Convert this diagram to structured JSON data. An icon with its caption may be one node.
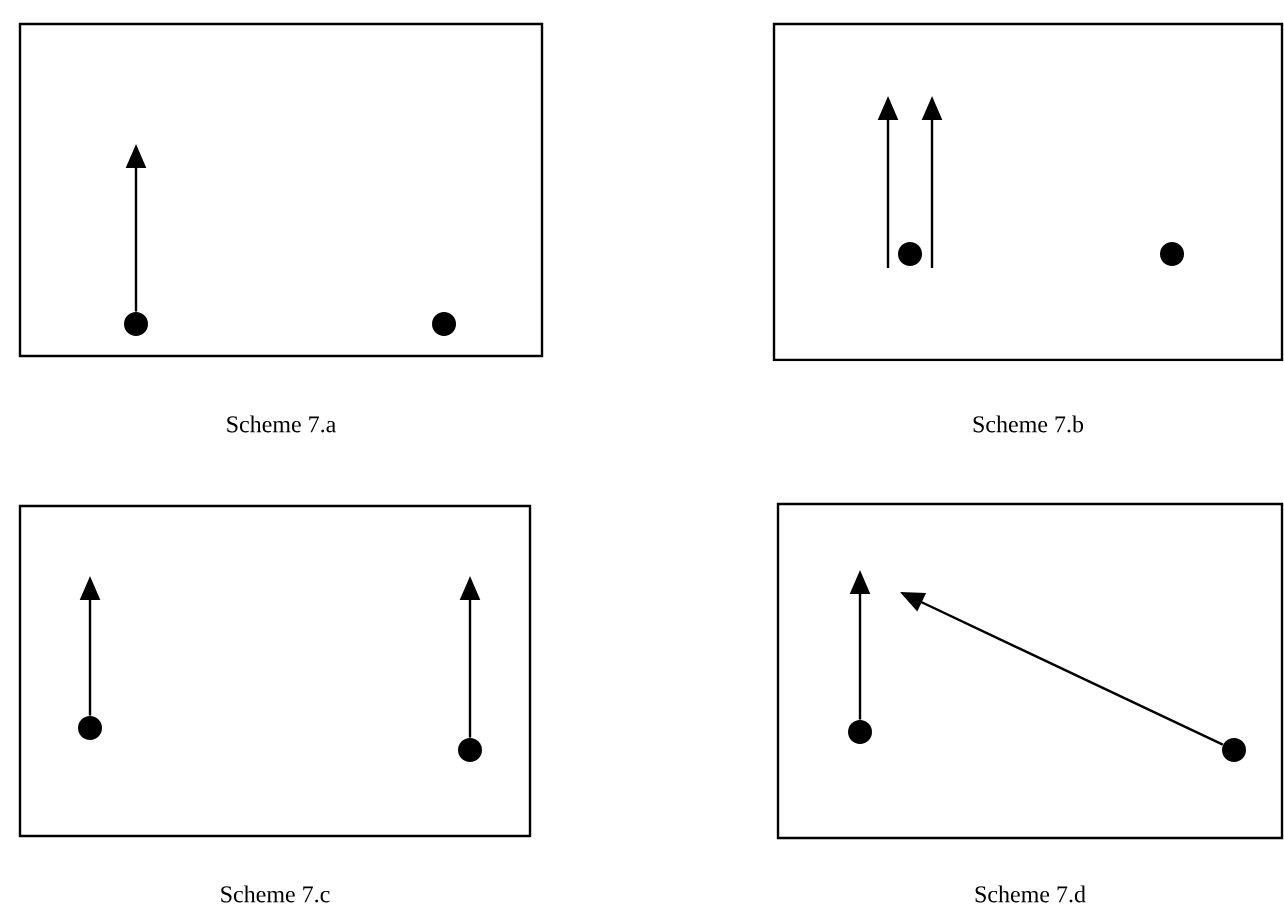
{
  "diagram": {
    "nodes": [
      {
        "text": [],
        "shape": "box",
        "beside": [
          "Scheme 7.a"
        ]
      },
      {
        "text": [],
        "shape": "circle",
        "in": 0
      },
      {
        "text": [],
        "shape": "circle",
        "in": 0
      },
      {
        "text": [],
        "shape": "box",
        "beside": [
          "Scheme 7.b"
        ]
      },
      {
        "text": [],
        "shape": "circle",
        "in": 3
      },
      {
        "text": [],
        "shape": "circle",
        "in": 3
      },
      {
        "text": [],
        "shape": "box",
        "beside": [
          "Scheme 7.c"
        ]
      },
      {
        "text": [],
        "shape": "circle",
        "in": 6
      },
      {
        "text": [],
        "shape": "circle",
        "in": 6
      },
      {
        "text": [],
        "shape": "box",
        "beside": [
          "Scheme 7.d"
        ]
      },
      {
        "text": [],
        "shape": "circle",
        "in": 9
      },
      {
        "text": [],
        "shape": "circle",
        "in": 9
      }
    ],
    "edges": [
      {
        "from": 1,
        "to": null,
        "arrow": "to"
      },
      {
        "from": 4,
        "to": null,
        "arrow": "to"
      },
      {
        "from": 4,
        "to": null,
        "arrow": "to"
      },
      {
        "from": 7,
        "to": null,
        "arrow": "to"
      },
      {
        "from": 8,
        "to": null,
        "arrow": "to"
      },
      {
        "from": 10,
        "to": null,
        "arrow": "to"
      },
      {
        "from": 11,
        "to": null,
        "arrow": "to"
      }
    ]
  }
}
